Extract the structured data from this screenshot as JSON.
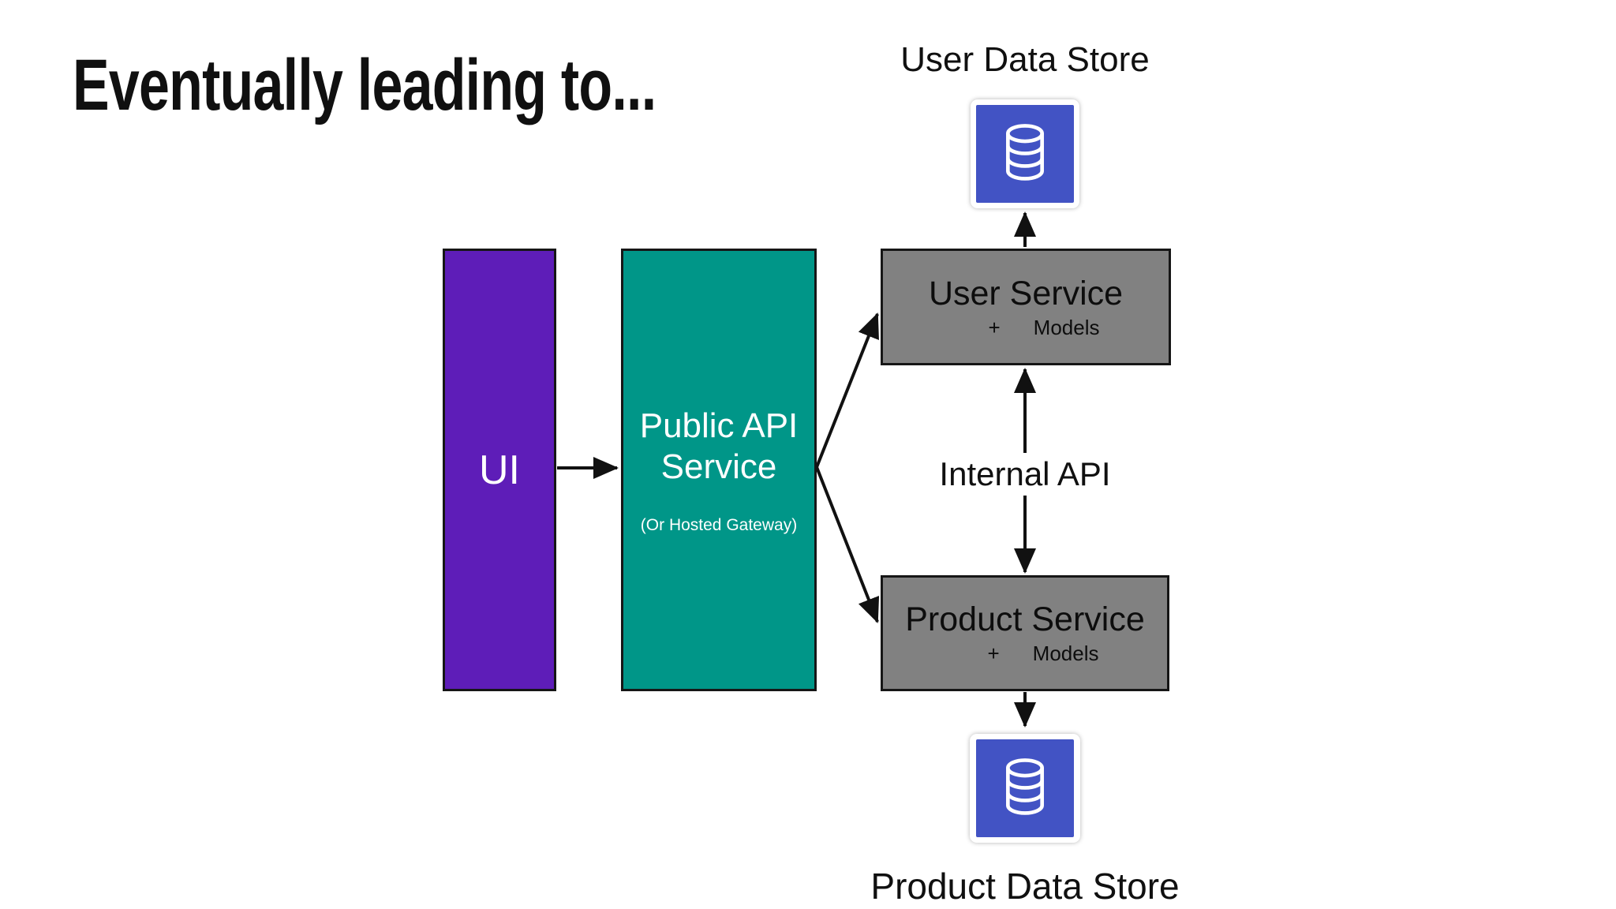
{
  "slide": {
    "title": "Eventually leading to..."
  },
  "diagram": {
    "ui": {
      "label": "UI",
      "color": "#5e1db8"
    },
    "public_api": {
      "title": "Public API Service",
      "subtitle": "(Or Hosted Gateway)",
      "color": "#009688"
    },
    "user_service": {
      "title": "User Service",
      "plus": "+",
      "suffix": "Models",
      "color": "#818181"
    },
    "product_service": {
      "title": "Product Service",
      "plus": "+",
      "suffix": "Models",
      "color": "#818181"
    },
    "internal_api_label": "Internal API",
    "user_data_store": {
      "label": "User Data Store",
      "icon": "database-icon",
      "color": "#4253c4"
    },
    "product_data_store": {
      "label": "Product Data Store",
      "icon": "database-icon",
      "color": "#4253c4"
    }
  }
}
